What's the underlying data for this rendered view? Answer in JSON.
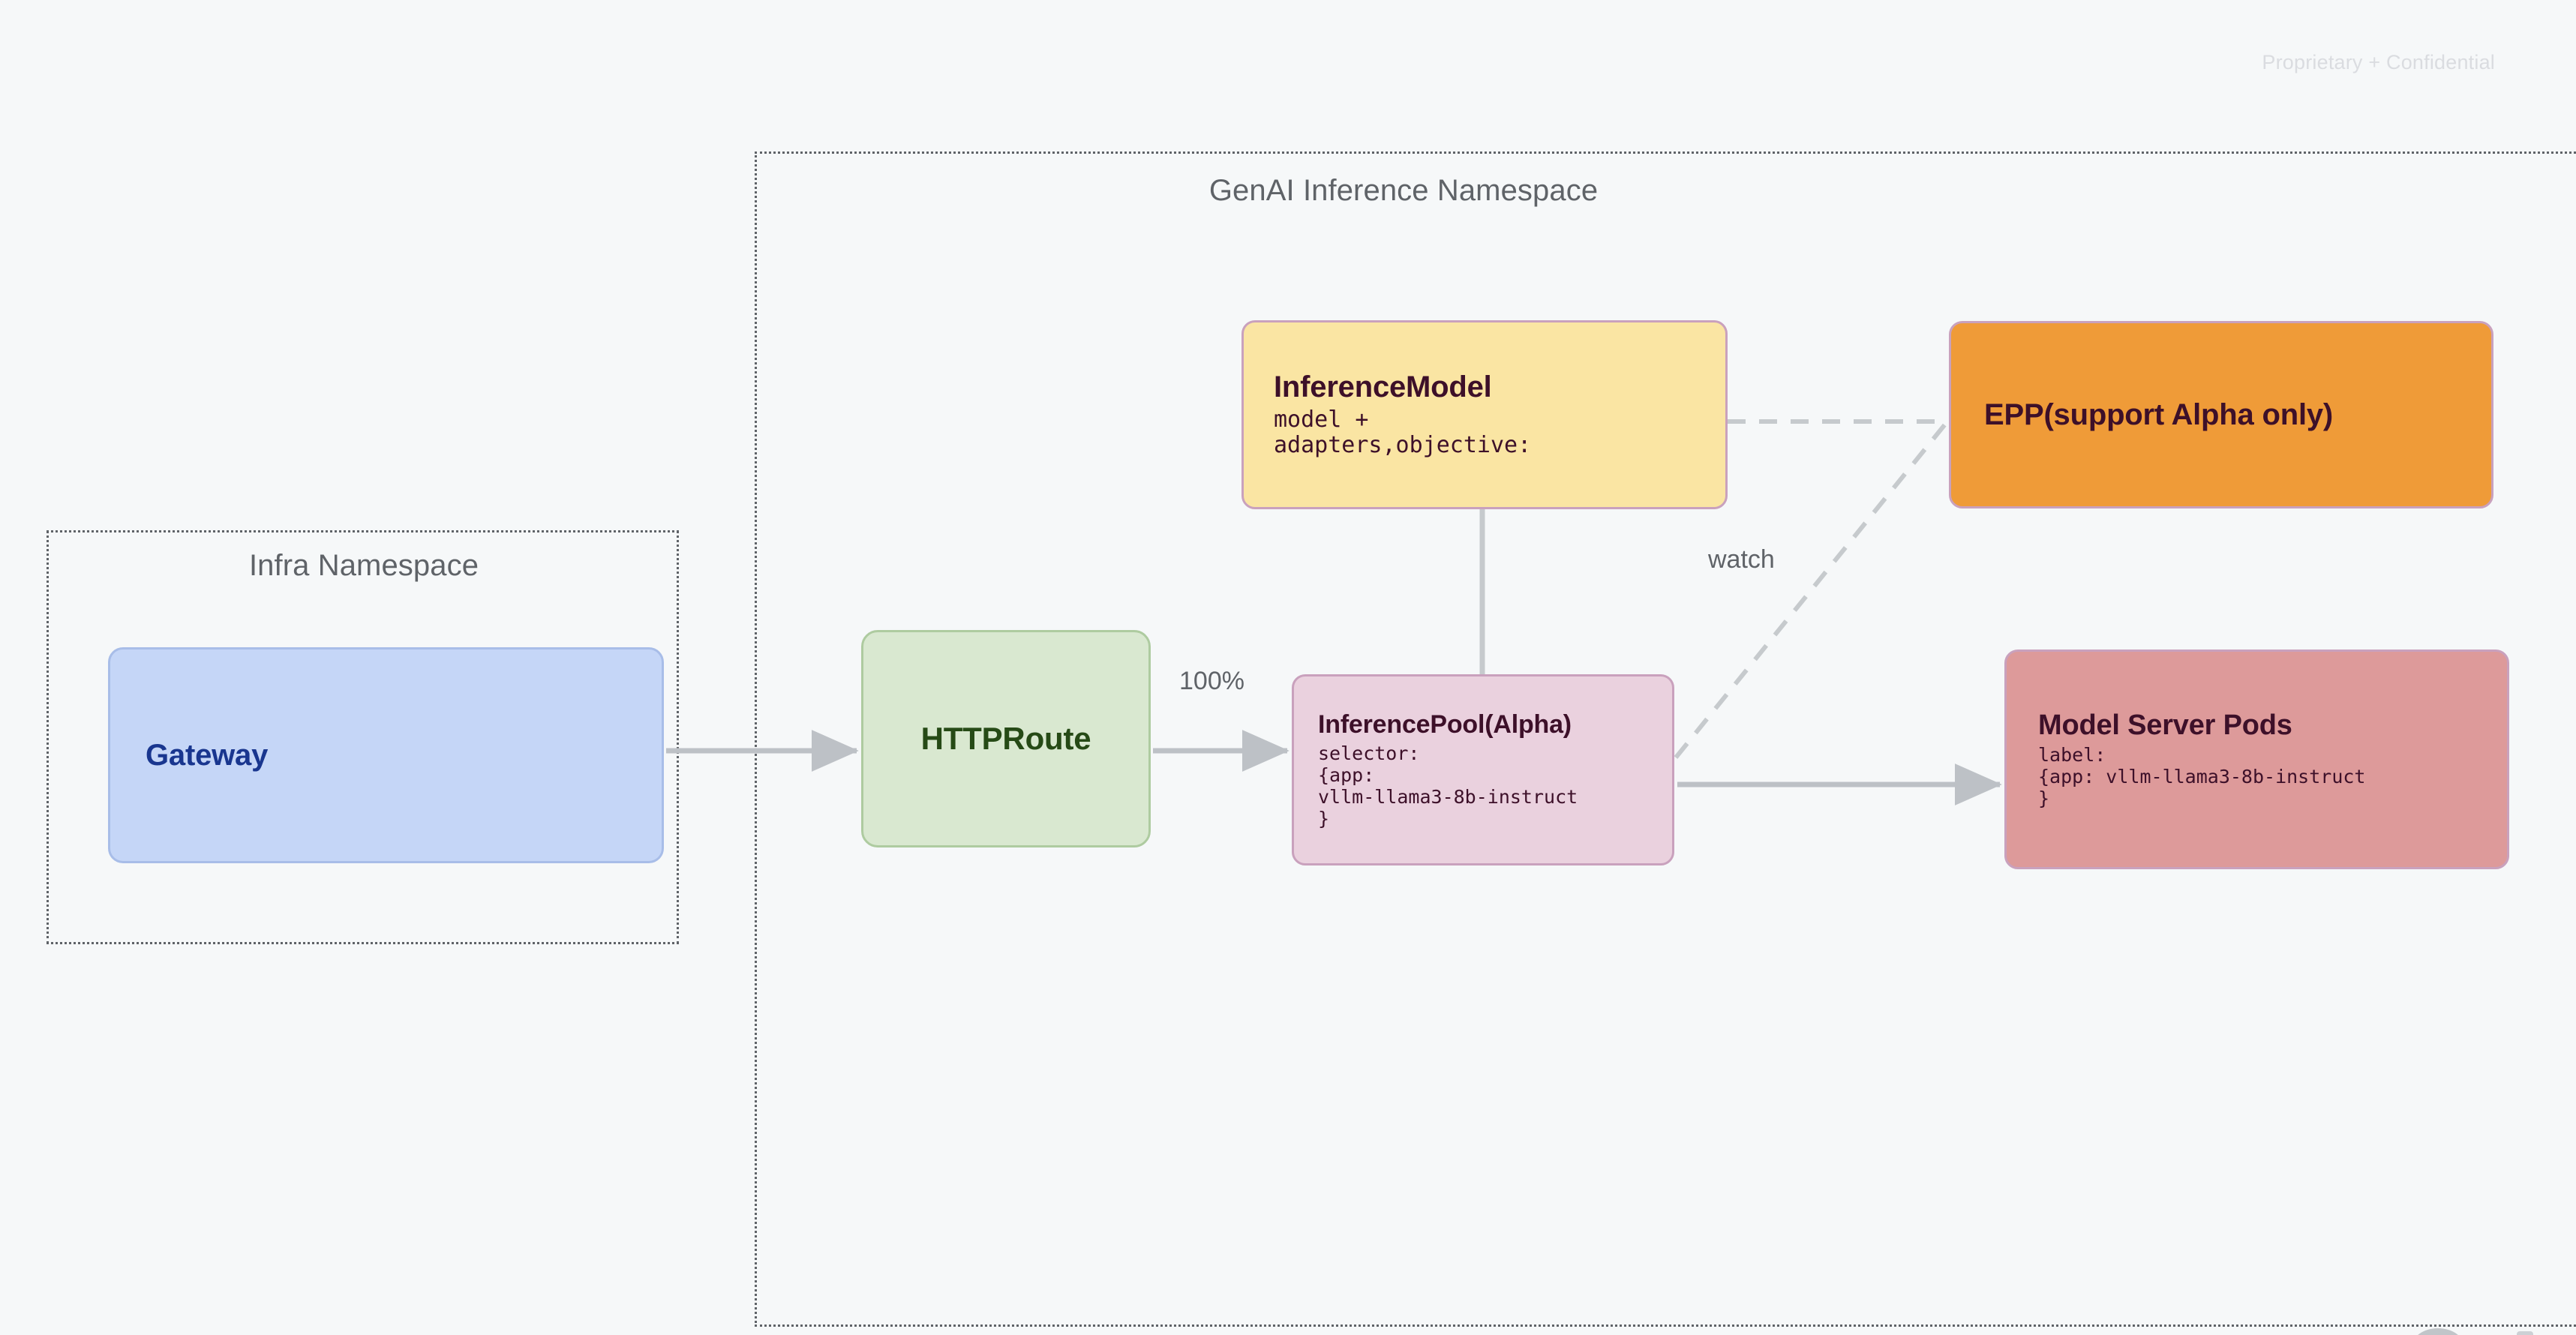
{
  "page": {
    "watermark": "Proprietary + Confidential",
    "background_color": "#f6f8f9"
  },
  "namespaces": [
    {
      "id": "infra",
      "title": "Infra Namespace",
      "border_color": "#5f6368",
      "border_style": "dotted"
    },
    {
      "id": "genai",
      "title": "GenAI Inference Namespace",
      "border_color": "#5f6368",
      "border_style": "dotted"
    }
  ],
  "nodes": {
    "gateway": {
      "title": "Gateway",
      "fill": "#c5d6f7",
      "stroke": "#a8bde8",
      "text_color": "#19368f"
    },
    "httproute": {
      "title": "HTTPRoute",
      "fill": "#d9e8d0",
      "stroke": "#aecba0",
      "text_color": "#264a16"
    },
    "inferencemodel": {
      "title": "InferenceModel",
      "sub": "model +\nadapters,objective:",
      "fill": "#fae5a3",
      "stroke": "#c9a1bd",
      "text_color": "#3d1029"
    },
    "epp": {
      "title": "EPP(support Alpha only)",
      "fill": "#ef9b38",
      "stroke": "#c9a1bd",
      "text_color": "#3d1029"
    },
    "inferencepool": {
      "title": "InferencePool(Alpha)",
      "sub": "selector:\n{app:\nvllm-llama3-8b-instruct\n}",
      "fill": "#ead1de",
      "stroke": "#c9a1bd",
      "text_color": "#3d1029"
    },
    "modelserverpods": {
      "title": "Model Server Pods",
      "sub": "label:\n{app: vllm-llama3-8b-instruct\n}",
      "fill": "#dd9a9a",
      "stroke": "#c9a1bd",
      "text_color": "#3d1029"
    }
  },
  "edges": [
    {
      "id": "gateway-to-httproute",
      "from": "gateway",
      "to": "httproute",
      "label": "",
      "style": "solid",
      "arrow": true,
      "color": "#bdc1c6"
    },
    {
      "id": "httproute-to-inferencepool",
      "from": "httproute",
      "to": "inferencepool",
      "label": "100%",
      "style": "solid",
      "arrow": true,
      "color": "#bdc1c6"
    },
    {
      "id": "inferencemodel-to-inferencepool",
      "from": "inferencemodel",
      "to": "inferencepool",
      "label": "",
      "style": "solid",
      "arrow": false,
      "color": "#bdc1c6"
    },
    {
      "id": "inferencemodel-to-epp",
      "from": "inferencemodel",
      "to": "epp",
      "label": "",
      "style": "dashed",
      "arrow": false,
      "color": "#bdc1c6"
    },
    {
      "id": "inferencepool-to-epp",
      "from": "inferencepool",
      "to": "epp",
      "label": "watch",
      "style": "dashed",
      "arrow": false,
      "color": "#bdc1c6"
    },
    {
      "id": "inferencepool-to-modelserverpods",
      "from": "inferencepool",
      "to": "modelserverpods",
      "label": "",
      "style": "solid",
      "arrow": true,
      "color": "#bdc1c6"
    }
  ],
  "edge_labels": {
    "traffic_split": "100%",
    "watch": "watch"
  }
}
